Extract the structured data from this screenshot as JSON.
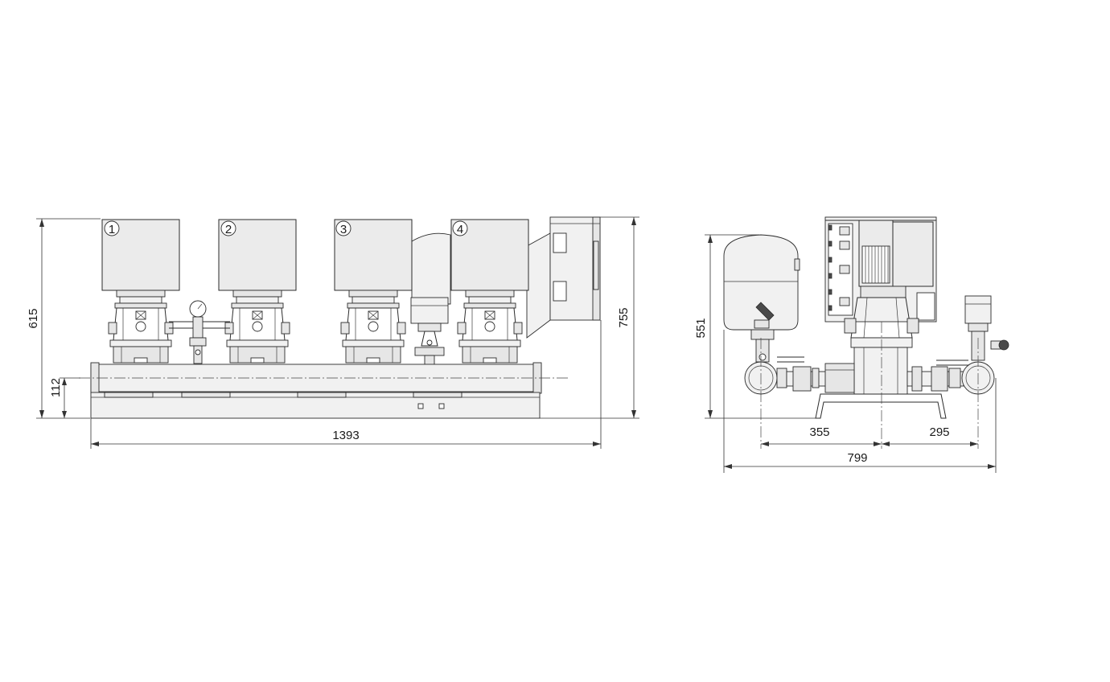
{
  "dimensions": {
    "front_height_total": "615",
    "front_height_manifold": "112",
    "front_width": "1393",
    "front_height_cabinet": "755",
    "side_height": "551",
    "side_left_offset": "355",
    "side_right_offset": "295",
    "side_width": "799"
  },
  "pumps": [
    {
      "label": "1"
    },
    {
      "label": "2"
    },
    {
      "label": "3"
    },
    {
      "label": "4"
    }
  ]
}
